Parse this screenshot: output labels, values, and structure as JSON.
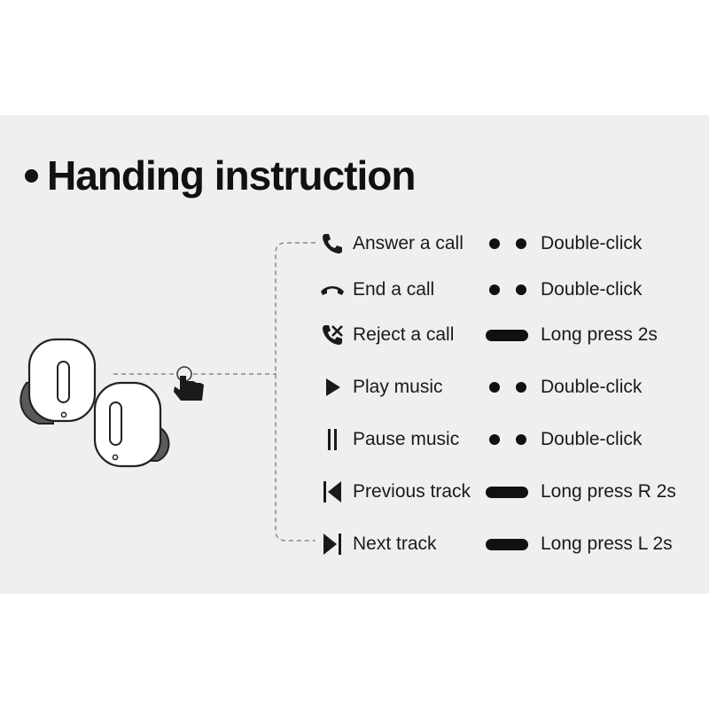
{
  "title": "Handing instruction",
  "rows": [
    {
      "icon": "phone-answer-icon",
      "label": "Answer a call",
      "gesture": "double",
      "gesture_text": "Double-click"
    },
    {
      "icon": "phone-hangup-icon",
      "label": "End a call",
      "gesture": "double",
      "gesture_text": "Double-click"
    },
    {
      "icon": "phone-reject-icon",
      "label": "Reject a call",
      "gesture": "long",
      "gesture_text": "Long press 2s"
    },
    {
      "icon": "play-icon",
      "label": "Play music",
      "gesture": "double",
      "gesture_text": "Double-click"
    },
    {
      "icon": "pause-icon",
      "label": "Pause music",
      "gesture": "double",
      "gesture_text": "Double-click"
    },
    {
      "icon": "previous-track-icon",
      "label": "Previous track",
      "gesture": "long",
      "gesture_text": "Long press R 2s"
    },
    {
      "icon": "next-track-icon",
      "label": "Next track",
      "gesture": "long",
      "gesture_text": "Long press L 2s"
    }
  ],
  "colors": {
    "panel": "#f0efee",
    "ink": "#111111",
    "line": "#8a8a8a"
  }
}
